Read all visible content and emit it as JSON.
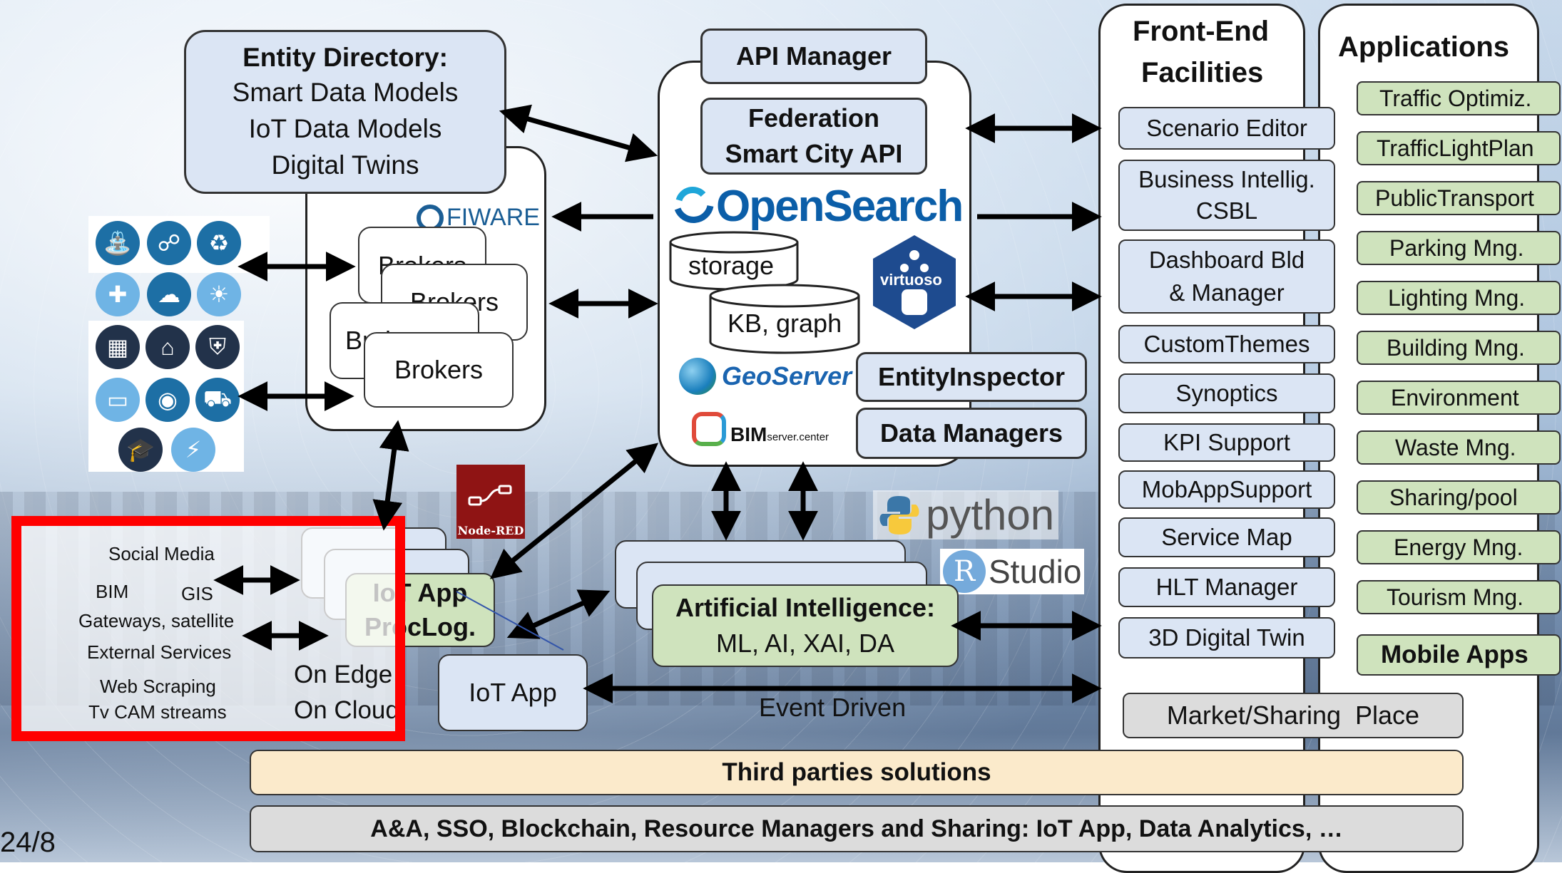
{
  "entity_directory": {
    "title": "Entity Directory:",
    "lines": [
      "Smart Data Models",
      "IoT Data Models",
      "Digital Twins"
    ]
  },
  "fiware": {
    "label": "FIWARE"
  },
  "brokers": [
    "Brokers",
    "Brokers",
    "Brokers",
    "Brokers"
  ],
  "api_manager": "API Manager",
  "federation": {
    "line1": "Federation",
    "line2": "Smart City API"
  },
  "opensearch": "OpenSearch",
  "storage": "storage",
  "kb_graph": "KB, graph",
  "virtuoso": "virtuoso",
  "geoserver": "GeoServer",
  "bimserver": {
    "main": "BIM",
    "sub": "server.center"
  },
  "entity_inspector": "EntityInspector",
  "data_managers": "Data Managers",
  "node_red": "Node-RED",
  "python": "python",
  "rstudio": {
    "r": "R",
    "label": "Studio"
  },
  "iot_app_proclog": {
    "line1": "IoT App",
    "line2": "ProcLog."
  },
  "ai": {
    "line1": "Artificial Intelligence:",
    "line2": "ML, AI, XAI, DA"
  },
  "iot_app": "IoT App",
  "event_driven": "Event Driven",
  "edge": {
    "line1": "On Edge",
    "line2": "On Cloud"
  },
  "sources": [
    "Social Media",
    "BIM",
    "GIS",
    "Gateways, satellite",
    "External Services",
    "Web Scraping",
    "Tv CAM streams"
  ],
  "frontend": {
    "title1": "Front-End",
    "title2": "Facilities",
    "items": [
      "Scenario Editor",
      "Business Intellig.",
      "CSBL",
      "Dashboard Bld",
      "& Manager",
      "CustomThemes",
      "Synoptics",
      "KPI Support",
      "MobAppSupport",
      "Service Map",
      "HLT Manager",
      "3D Digital Twin"
    ]
  },
  "applications": {
    "title": "Applications",
    "items": [
      "Traffic Optimiz.",
      "TrafficLightPlan",
      "PublicTransport",
      "Parking Mng.",
      "Lighting Mng.",
      "Building Mng.",
      "Environment",
      "Waste Mng.",
      "Sharing/pool",
      "Energy Mng.",
      "Tourism Mng."
    ],
    "mobile": "Mobile Apps"
  },
  "market": "Market/Sharing  Place",
  "third_parties": "Third parties solutions",
  "bottom_bar": "A&A, SSO, Blockchain, Resource Managers and Sharing: IoT App, Data Analytics, …",
  "page_number": "24/8",
  "icons": [
    "water-tap-icon",
    "network-icon",
    "recycle-icon",
    "health-icon",
    "chat-icon",
    "lightbulb-icon",
    "building-icon",
    "smart-home-icon",
    "security-shield-icon",
    "laptop-icon",
    "camera-icon",
    "car-icon",
    "education-icon",
    "energy-icon"
  ],
  "colors": {
    "blue_box": "#dbe5f4",
    "green_box": "#cfe3bd",
    "highlight": "#ff0000",
    "cream_bar": "#fbeacb"
  }
}
